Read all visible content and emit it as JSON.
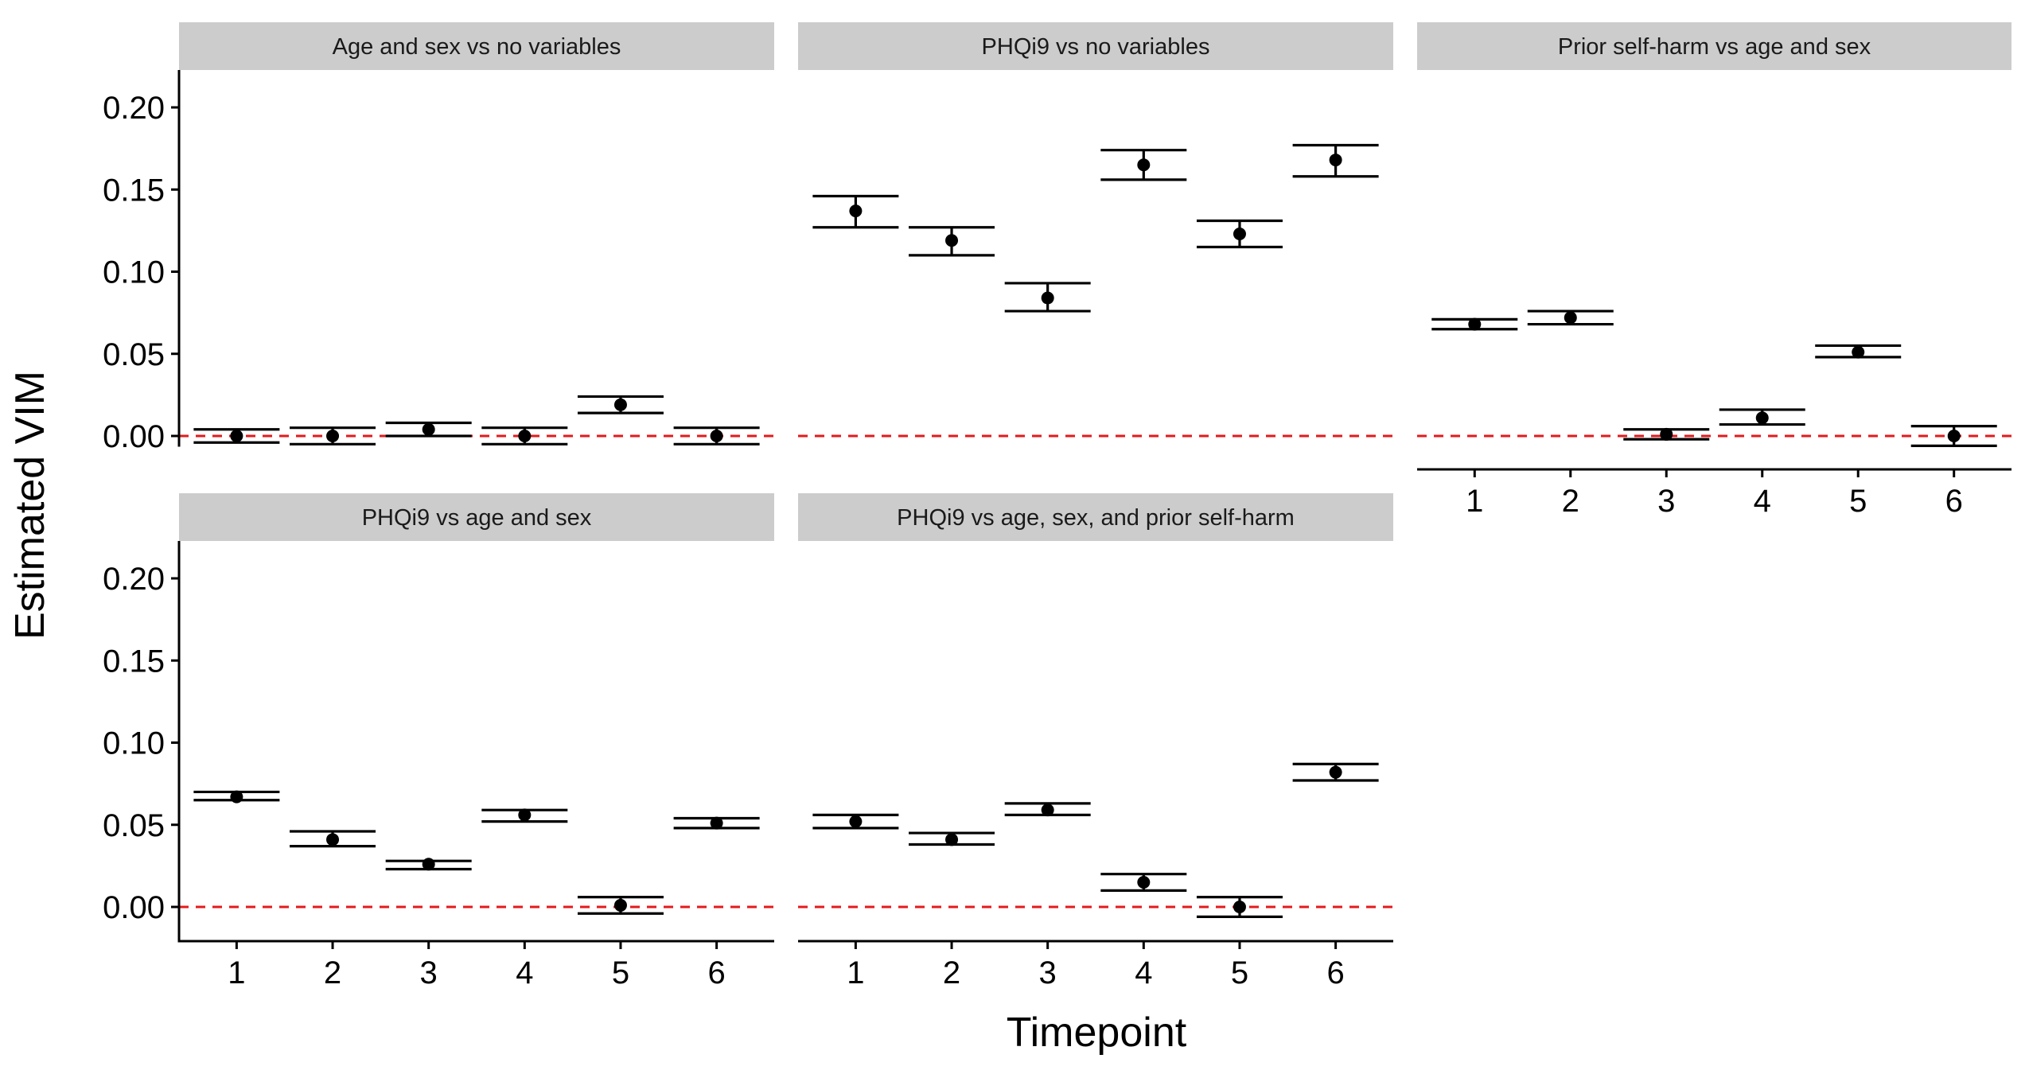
{
  "chart_data": {
    "type": "scatter",
    "subtype": "faceted point estimates with error bars",
    "xlabel": "Timepoint",
    "ylabel": "Estimated VIM",
    "x_ticks": [
      "1",
      "2",
      "3",
      "4",
      "5",
      "6"
    ],
    "y_ticks": [
      "0.00",
      "0.05",
      "0.10",
      "0.15",
      "0.20"
    ],
    "ylim": [
      -0.021,
      0.222
    ],
    "reference_line": {
      "y": 0,
      "style": "dashed",
      "color": "#e41a1c"
    },
    "grid": false,
    "colors": {
      "points": "#000000",
      "strip_bg": "#cccccc",
      "reference": "#e41a1c"
    },
    "panels": [
      {
        "title": "Age and sex vs no variables",
        "x": [
          1,
          2,
          3,
          4,
          5,
          6
        ],
        "estimate": [
          0.0,
          0.0,
          0.004,
          0.0,
          0.019,
          0.0
        ],
        "lower": [
          -0.004,
          -0.005,
          0.0,
          -0.005,
          0.014,
          -0.005
        ],
        "upper": [
          0.004,
          0.005,
          0.008,
          0.005,
          0.024,
          0.005
        ]
      },
      {
        "title": "PHQi9 vs no variables",
        "x": [
          1,
          2,
          3,
          4,
          5,
          6
        ],
        "estimate": [
          0.137,
          0.119,
          0.084,
          0.165,
          0.123,
          0.168
        ],
        "lower": [
          0.127,
          0.11,
          0.076,
          0.156,
          0.115,
          0.158
        ],
        "upper": [
          0.146,
          0.127,
          0.093,
          0.174,
          0.131,
          0.177
        ]
      },
      {
        "title": "Prior self-harm vs age and sex",
        "x": [
          1,
          2,
          3,
          4,
          5,
          6
        ],
        "estimate": [
          0.068,
          0.072,
          0.001,
          0.011,
          0.051,
          0.0
        ],
        "lower": [
          0.065,
          0.068,
          -0.002,
          0.007,
          0.048,
          -0.006
        ],
        "upper": [
          0.071,
          0.076,
          0.004,
          0.016,
          0.055,
          0.006
        ]
      },
      {
        "title": "PHQi9 vs age and sex",
        "x": [
          1,
          2,
          3,
          4,
          5,
          6
        ],
        "estimate": [
          0.067,
          0.041,
          0.026,
          0.056,
          0.001,
          0.051
        ],
        "lower": [
          0.065,
          0.037,
          0.023,
          0.052,
          -0.004,
          0.048
        ],
        "upper": [
          0.07,
          0.046,
          0.028,
          0.059,
          0.006,
          0.054
        ]
      },
      {
        "title": "PHQi9 vs age, sex, and prior self-harm",
        "x": [
          1,
          2,
          3,
          4,
          5,
          6
        ],
        "estimate": [
          0.052,
          0.041,
          0.059,
          0.015,
          0.0,
          0.082
        ],
        "lower": [
          0.048,
          0.038,
          0.056,
          0.01,
          -0.006,
          0.077
        ],
        "upper": [
          0.056,
          0.045,
          0.063,
          0.02,
          0.006,
          0.087
        ]
      }
    ]
  }
}
